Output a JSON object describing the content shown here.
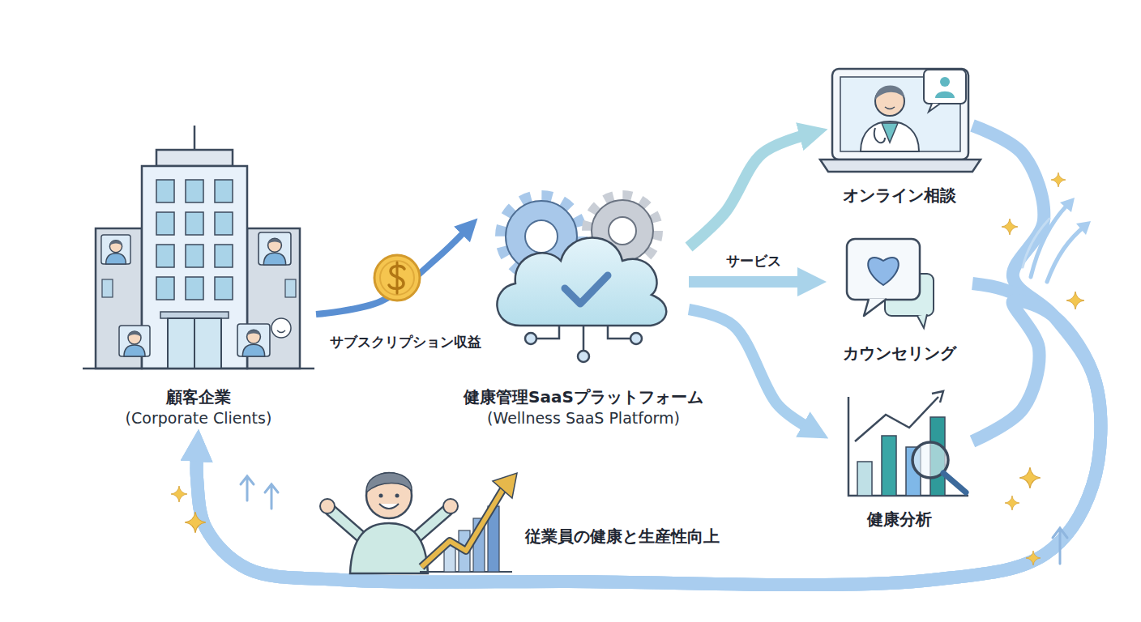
{
  "diagram": {
    "nodes": [
      {
        "text": [
          "顧客企業",
          "(Corporate Clients)"
        ]
      },
      {
        "text": [
          "健康管理SaaSプラットフォーム",
          "(Wellness SaaS Platform)"
        ]
      },
      {
        "text": [
          "オンライン相談"
        ]
      },
      {
        "text": [
          "カウンセリング"
        ]
      },
      {
        "text": [
          "健康分析"
        ]
      }
    ],
    "edges": [
      {
        "from": 0,
        "to": 1,
        "label": "サブスクリプション収益",
        "arrow": "to"
      },
      {
        "from": 1,
        "to": 2,
        "arrow": "to"
      },
      {
        "from": 1,
        "to": 3,
        "label": "サービス",
        "arrow": "to"
      },
      {
        "from": 1,
        "to": 4,
        "arrow": "to"
      },
      {
        "from": 2,
        "to": 0,
        "arrow": "to"
      },
      {
        "from": 3,
        "to": 0,
        "label": "従業員の健康と生産性向上",
        "arrow": "to"
      },
      {
        "from": 4,
        "to": 0,
        "arrow": "to"
      }
    ]
  }
}
